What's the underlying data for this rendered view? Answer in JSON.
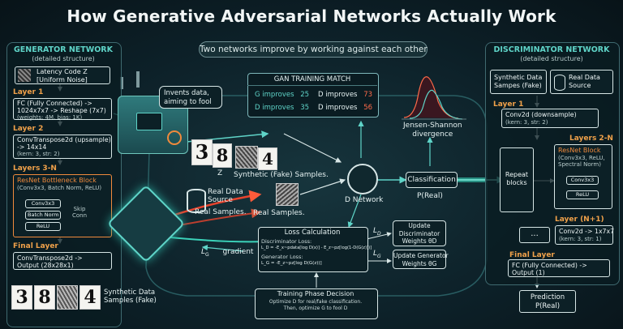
{
  "title": "How Generative Adversarial Networks Actually Work",
  "subtitle": "Two networks improve by working against each other",
  "generator": {
    "header": "GENERATOR NETWORK",
    "subheader": "(detailed structure)",
    "latent": "Latency Code Z\n[Uniform Noise]",
    "layer1_label": "Layer 1",
    "layer1_text": "FC (Fully Connected) ->\n1024x7x7 -> Reshape (7x7)",
    "layer1_sub": "(weights: 4M, bias: 1K)",
    "layer2_label": "Layer 2",
    "layer2_text": "ConvTranspose2d (upsample)\n-> 14x14",
    "layer2_sub": "(kern: 3, str: 2)",
    "layers3n_label": "Layers 3-N",
    "resnet_title": "ResNet Bottleneck Block",
    "resnet_sub": "(Conv3x3, Batch Norm, ReLU)",
    "conv": "Conv3x3",
    "bn": "Batch Norm",
    "relu": "ReLU",
    "skip": "Skip\nConn",
    "final_label": "Final Layer",
    "final_text": "ConvTranspose2d ->\nOutput (28x28x1)"
  },
  "middle": {
    "invents": "Invents data,\naiming to fool",
    "z": "Z",
    "digit_3": "3",
    "digit_8": "8",
    "digit_4": "4",
    "synthetic_label": "Synthetic (Fake) Samples.",
    "real_source": "Real Data\nSource",
    "real_samples": "Real Samples.",
    "real_samples2": "Real Samples.",
    "gradient": "gradient",
    "lg": "L",
    "lg_sub": "G",
    "d_network": "D Network",
    "classification": "Classification",
    "p_real": "P(Real)",
    "js": "Jensen-Shannon\ndivergence",
    "synthetic_bottom": "Synthetic Data\nSamples (Fake)"
  },
  "match": {
    "title": "GAN TRAINING MATCH",
    "rows": [
      {
        "left": "G improves",
        "left_val": "25",
        "right": "D improves",
        "right_val": "73"
      },
      {
        "left": "D improves",
        "left_val": "35",
        "right": "D improves",
        "right_val": "56"
      }
    ]
  },
  "loss": {
    "title": "Loss Calculation",
    "disc_label": "Discriminator Loss:",
    "disc_eq": "L_D = -E_x~pdata[log D(x)] - E_z~pz[log(1-D(G(z)))]",
    "gen_label": "Generator Loss:",
    "gen_eq": "L_G = -E_z~pz[log D(G(z))]",
    "ld": "L",
    "ld_sub": "D",
    "lg2": "L",
    "lg2_sub": "G",
    "update_d": "Update\nDiscriminator\nWeights θD",
    "update_g": "Update Generator\nWeights θG"
  },
  "phase": {
    "title": "Training Phase Decision",
    "text": "Optimize D for real/fake classification.\nThen, optimize G to fool D"
  },
  "discriminator": {
    "header": "DISCRIMINATOR NETWORK",
    "subheader": "(detailed structure)",
    "synthetic": "Synthetic Data\nSampes (Fake)",
    "real": "Real Data\nSource",
    "layer1_label": "Layer 1",
    "conv_down": "Conv2d (downsample)",
    "conv_sub": "(kern: 3, str: 2)",
    "layers2n_label": "Layers 2-N",
    "repeat": "Repeat\nblocks",
    "resnet_title": "ResNet Block",
    "resnet_sub": "(Conv3x3, ReLU,\nSpectral Norm)",
    "conv": "Conv3x3",
    "relu": "ReLU",
    "layer_n1_label": "Layer (N+1)",
    "layer_n1_text": "Conv2d -> 1x7x7",
    "layer_n1_sub": "(kern: 3, str: 1)",
    "dots": "...",
    "final_label": "Final Layer",
    "final_text": "FC (Fully Connected) ->\nOutput (1)",
    "prediction": "Prediction\nP(Real)"
  },
  "colors": {
    "accent_teal": "#5fd4c8",
    "accent_orange": "#f08a3c",
    "panel_border": "#3f6a70",
    "real_line": "#3bd2b9",
    "fake_line": "#e8442e"
  }
}
